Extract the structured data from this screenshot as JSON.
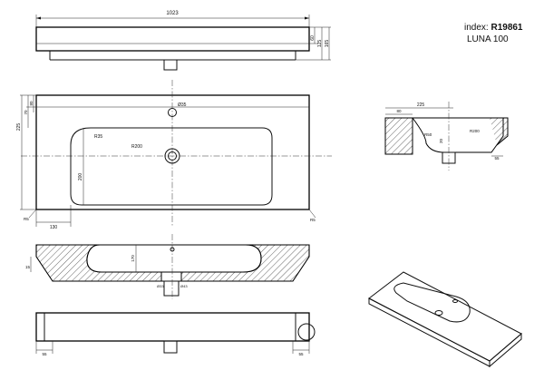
{
  "product": {
    "index_label": "index:",
    "index_code": "R19861",
    "model": "LUNA 100"
  },
  "dimensions": {
    "overall_width": "1023",
    "top_rim": "60",
    "top_body": "125",
    "top_total": "165",
    "depth_total": "225",
    "depth_a": "70",
    "depth_b": "80",
    "tap_hole": "Ø35",
    "bowl_corner": "R35",
    "bowl_radius": "R200",
    "bowl_depth": "200",
    "bottom_corner": "R5",
    "offset_130": "130",
    "bottom_corner_right": "R5",
    "sec_width": "225",
    "sec_left": "80",
    "sec_r50": "R50",
    "sec_r200": "R200",
    "sec_20": "20",
    "sec_55": "55",
    "front_15": "15",
    "front_170": "170",
    "front_drain_a": "Ø33",
    "front_drain_b": "Ø43",
    "back_55_left": "55",
    "back_55_right": "55"
  }
}
